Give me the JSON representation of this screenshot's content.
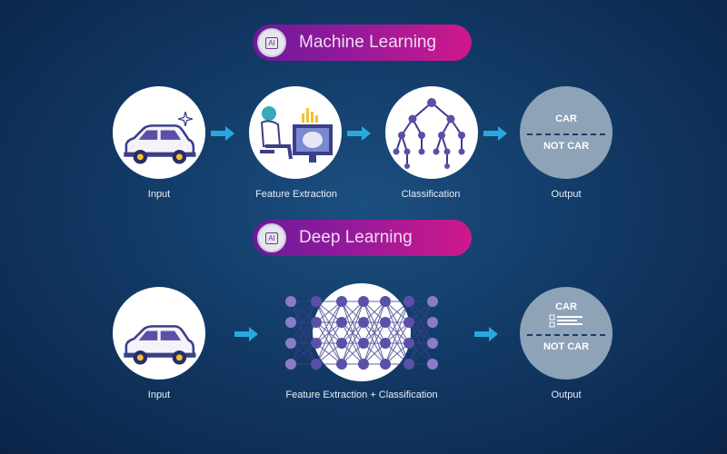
{
  "machine_learning": {
    "title": "Machine Learning",
    "badge": "AI",
    "steps": [
      "Input",
      "Feature Extraction",
      "Classification",
      "Output"
    ],
    "output": {
      "positive": "CAR",
      "negative": "NOT CAR"
    }
  },
  "deep_learning": {
    "title": "Deep Learning",
    "badge": "AI",
    "steps": [
      "Input",
      "Feature Extraction  + Classification",
      "Output"
    ],
    "output": {
      "positive": "CAR",
      "negative": "NOT CAR"
    }
  },
  "colors": {
    "arrow": "#29a8e0",
    "accent": "#5b4fa8",
    "output_circle": "#8ea2b8"
  }
}
